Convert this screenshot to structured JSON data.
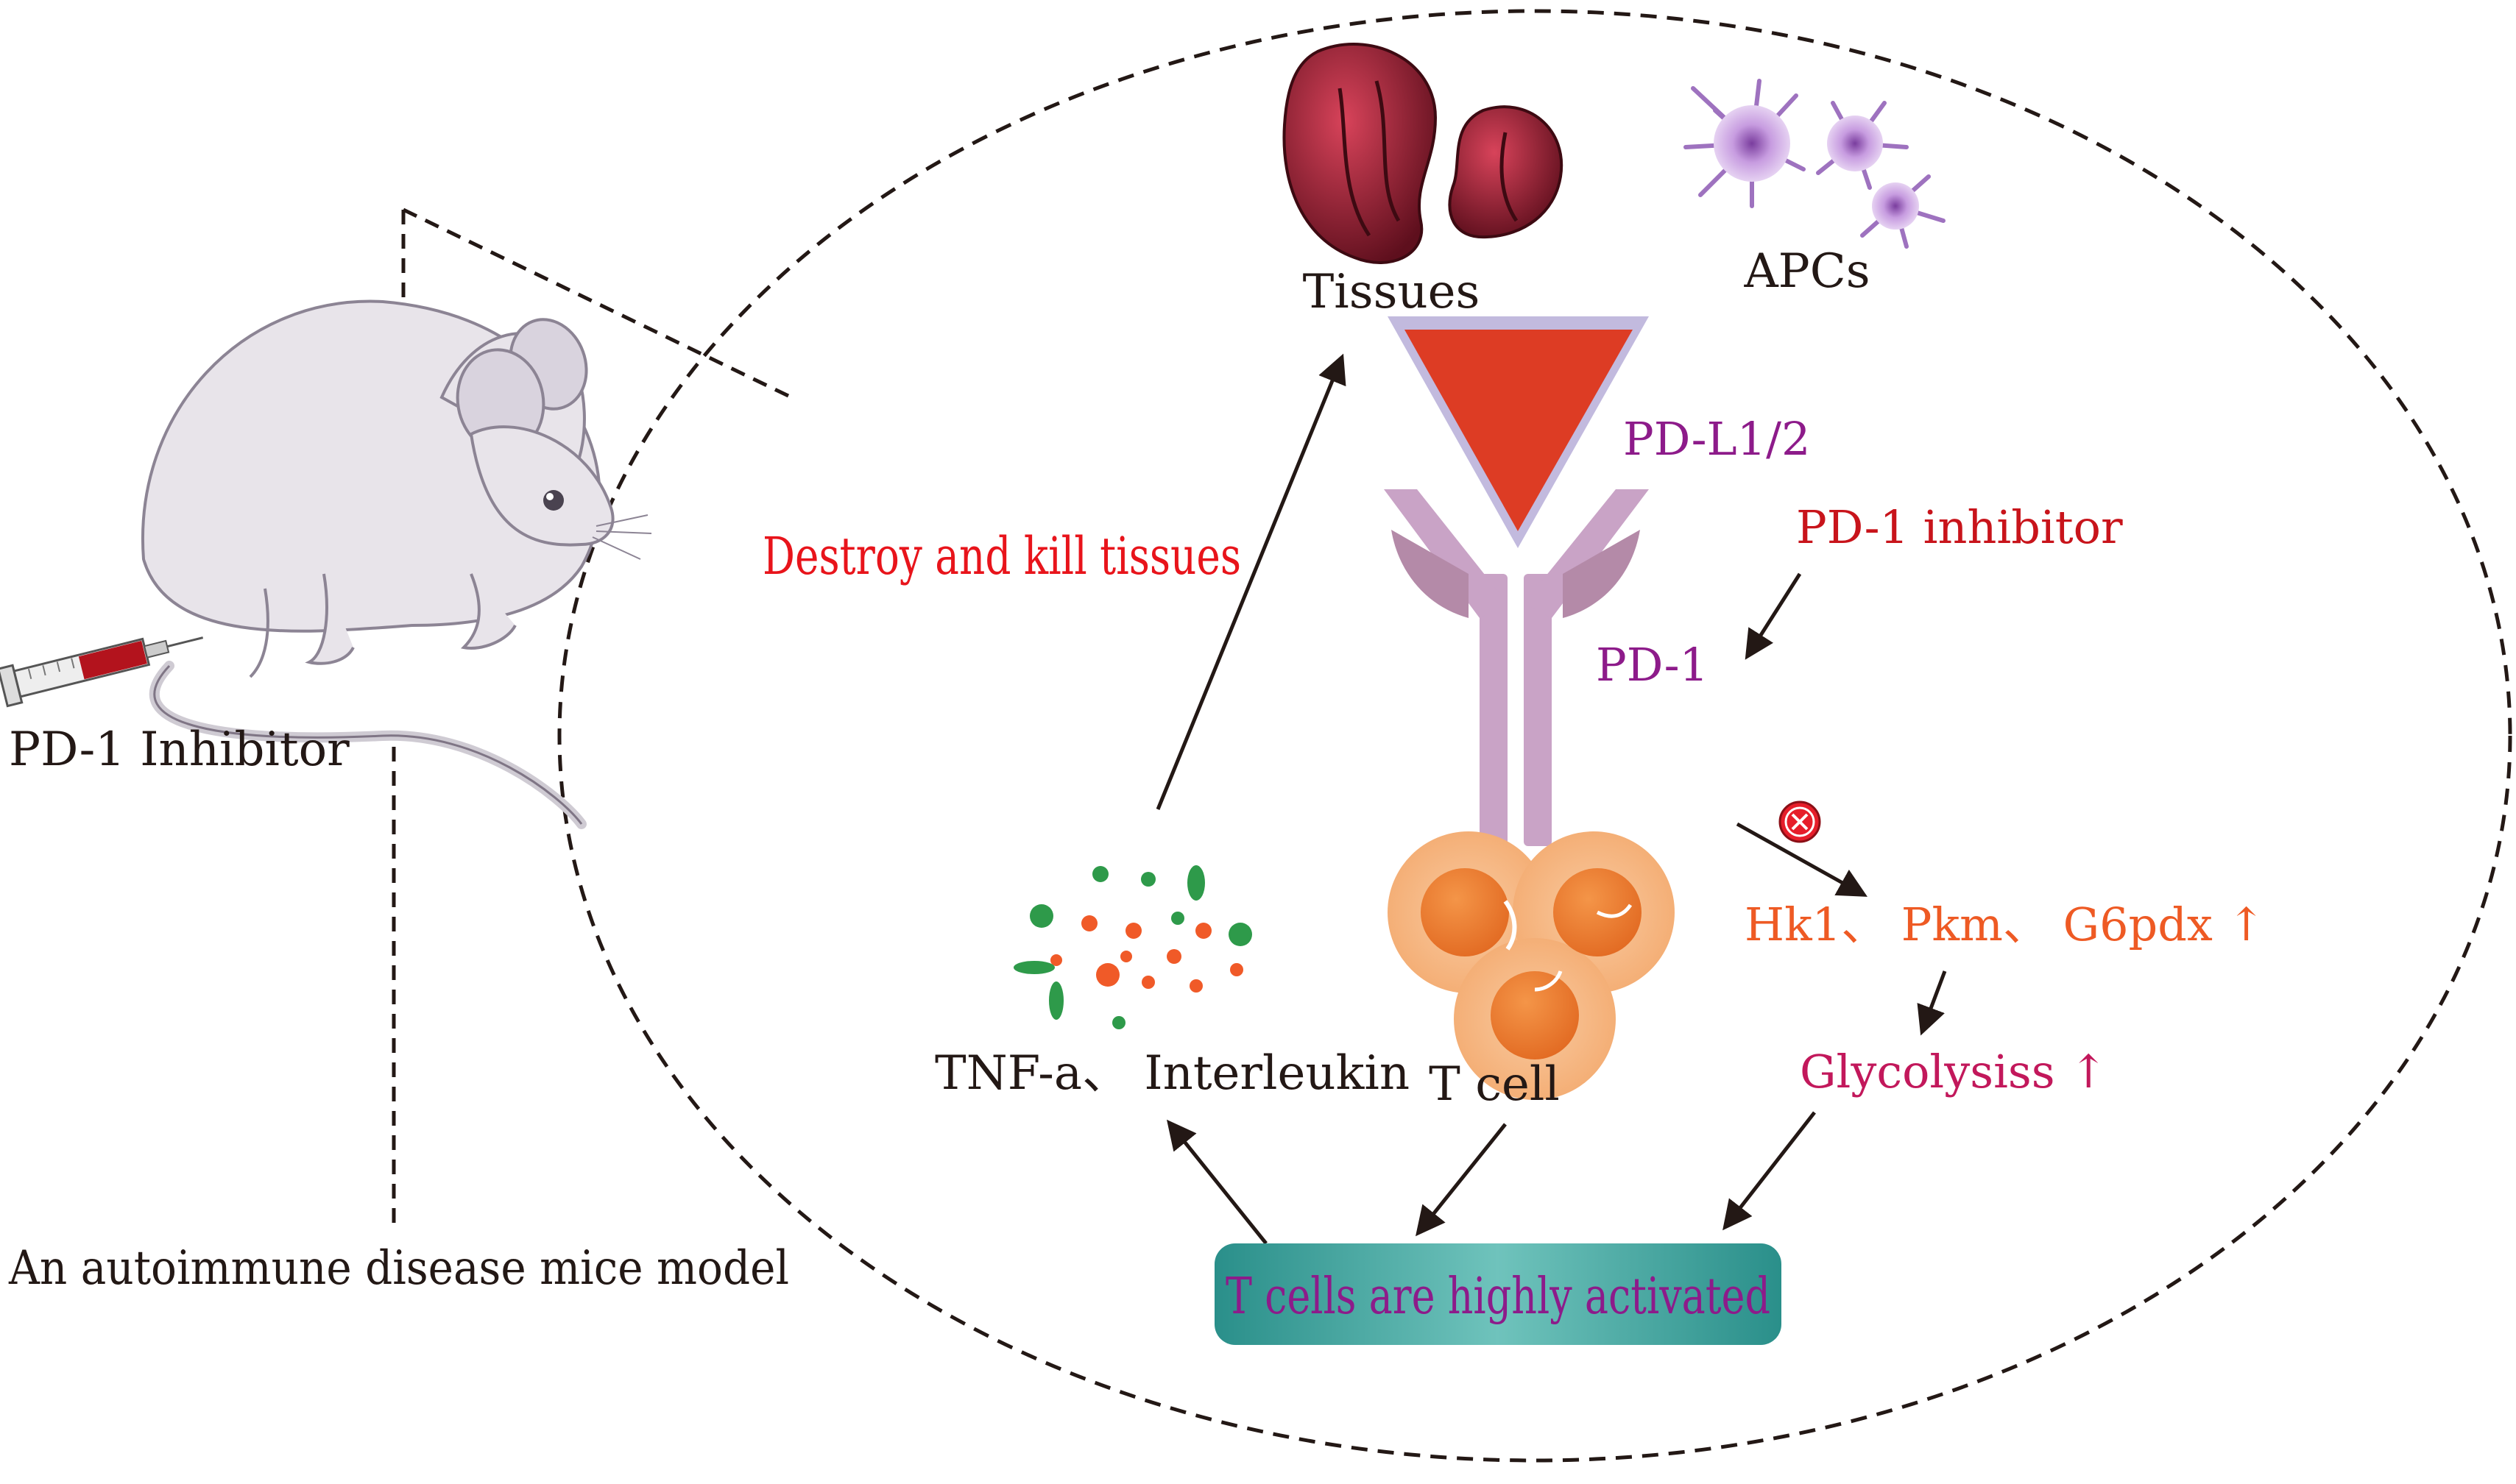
{
  "labels": {
    "tissues": "Tissues",
    "apcs": "APCs",
    "pdl": "PD-L1/2",
    "pd1_inhibitor_inner": "PD-1 inhibitor",
    "pd1": "PD-1",
    "destroy": "Destroy and kill tissues",
    "genes": "Hk1、 Pkm、 G6pdx ↑",
    "glycolysis": "Glycolysiss ↑",
    "cytokines": "TNF-a、 Interleukin",
    "tcell": "T cell",
    "activated": "T cells are highly activated",
    "pd1_inhibitor_outer": "PD-1 Inhibitor",
    "model": "An autoimmune disease mice model"
  },
  "colors": {
    "red_text": "#e8141b",
    "purple_text": "#8d1b8a",
    "orange_text": "#ee5a24",
    "magenta_text": "#c2185b",
    "dark_text": "#231815",
    "tissue": "#8b1e2e",
    "tcell": "#f4b07a",
    "receptor": "#c9a3c6",
    "bar": "#3aa6a0"
  },
  "icons": {
    "block": "x-circle-icon"
  }
}
